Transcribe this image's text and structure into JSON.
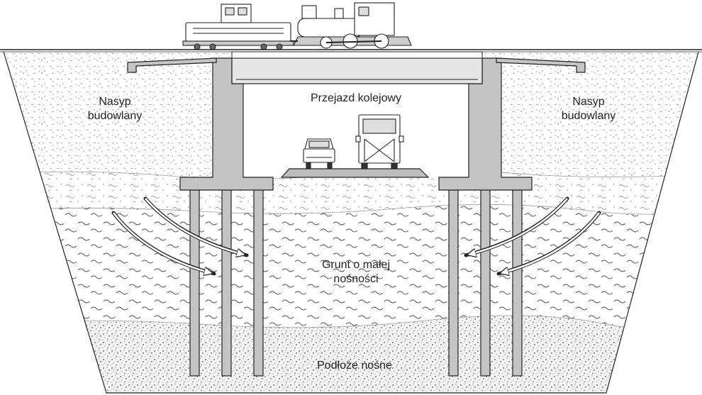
{
  "labels": {
    "left_embankment": [
      "Nasyp",
      "budowlany"
    ],
    "right_embankment": [
      "Nasyp",
      "budowlany"
    ],
    "crossing": "Przejazd kolejowy",
    "weak_soil": [
      "Grunt o małej",
      "nośności"
    ],
    "bearing_soil": "Podłoże nośne"
  },
  "colors": {
    "background": "#ffffff",
    "concrete": "#c4c4c4",
    "line": "#222222",
    "deck": "#e6e6e6",
    "road": "#bdbdbd"
  },
  "icons": {
    "train": "locomotive-icon",
    "car": "car-icon",
    "truck": "truck-icon",
    "arrows": "soil-pressure-arrow-icon"
  }
}
